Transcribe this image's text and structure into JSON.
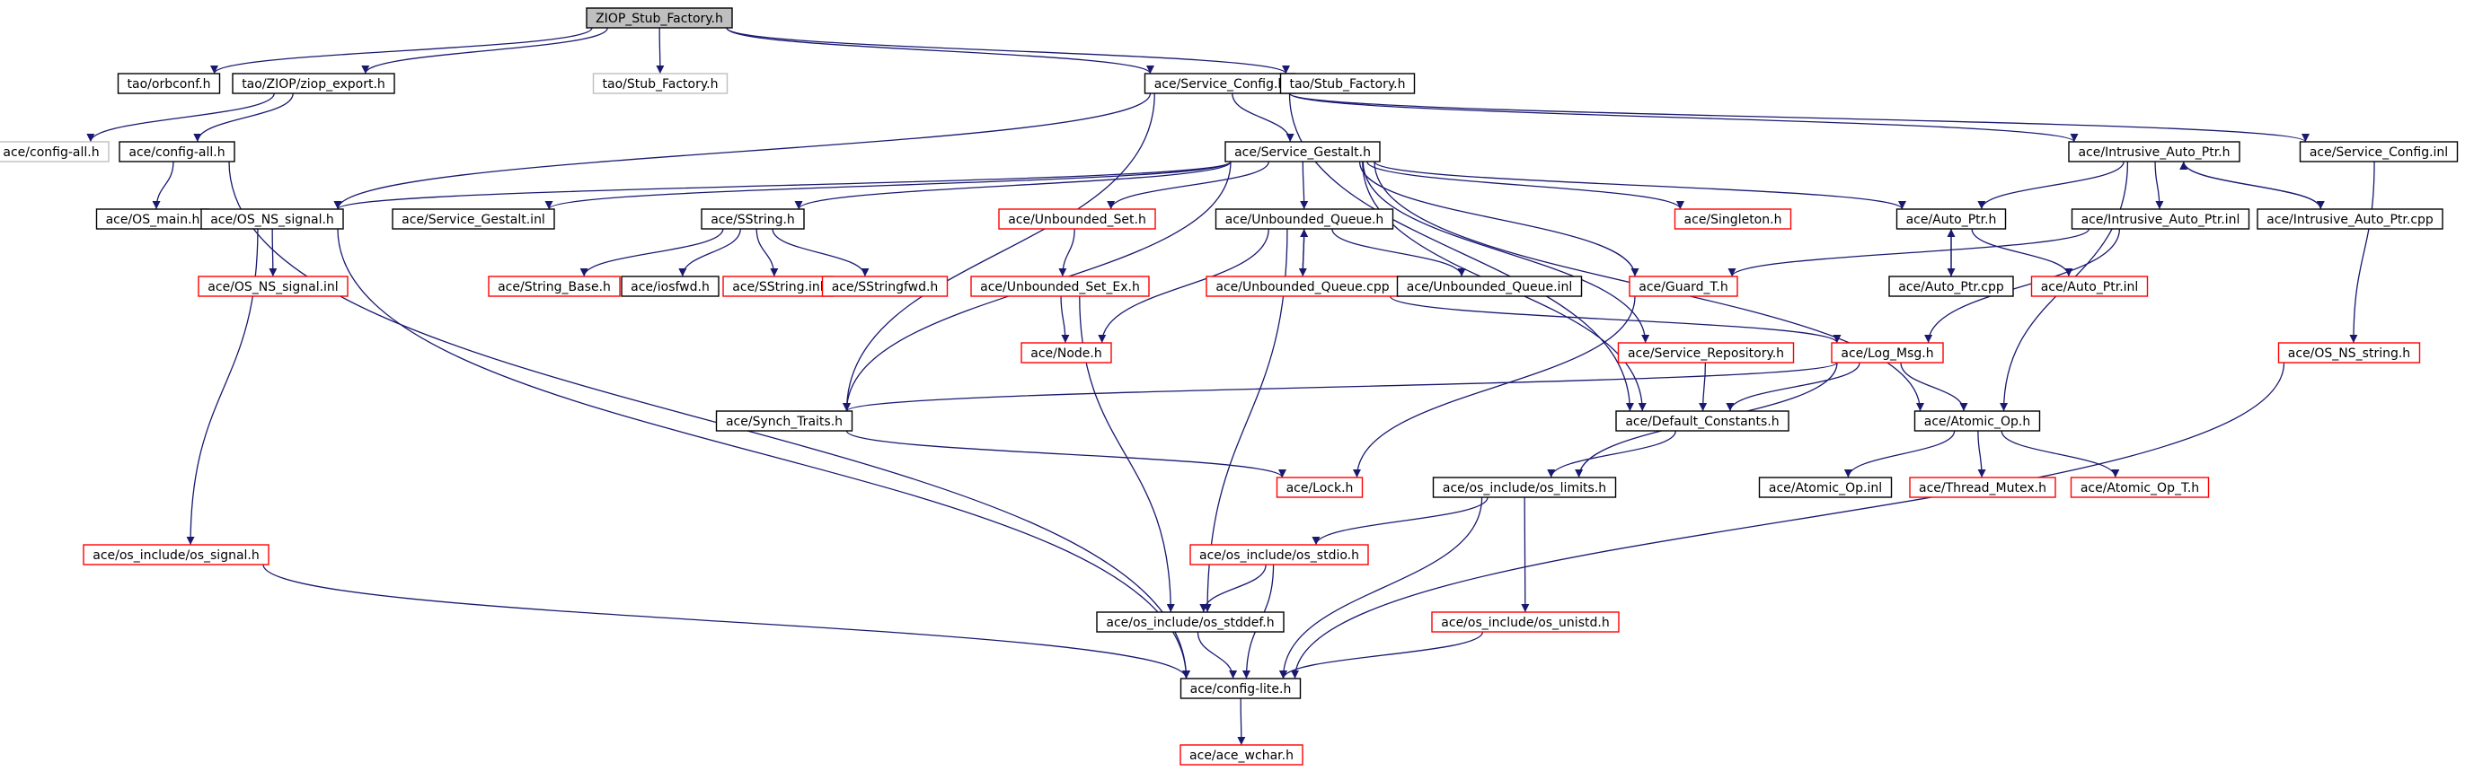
{
  "colors": {
    "edge": "#191970",
    "normal_border": "#000000",
    "linked_border": "#ff0000",
    "undocumented_border": "#bfbfbf",
    "root_fill": "#bfbfbf",
    "text": "#000000"
  },
  "nodes": [
    {
      "id": "ziop_stub",
      "label": "ZIOP_Stub_Factory.h",
      "style": "root"
    },
    {
      "id": "orbconf",
      "label": "tao/orbconf.h",
      "style": "normal"
    },
    {
      "id": "ziop_export",
      "label": "tao/ZIOP/ziop_export.h",
      "style": "normal"
    },
    {
      "id": "stub_factory_gray",
      "label": "tao/Stub_Factory.h",
      "style": "undocumented"
    },
    {
      "id": "service_config",
      "label": "ace/Service_Config.h",
      "style": "normal"
    },
    {
      "id": "stub_factory",
      "label": "tao/Stub_Factory.h",
      "style": "normal"
    },
    {
      "id": "config_all_gray",
      "label": "ace/config-all.h",
      "style": "undocumented"
    },
    {
      "id": "config_all",
      "label": "ace/config-all.h",
      "style": "normal"
    },
    {
      "id": "service_gestalt",
      "label": "ace/Service_Gestalt.h",
      "style": "normal"
    },
    {
      "id": "intrusive_auto_ptr_h",
      "label": "ace/Intrusive_Auto_Ptr.h",
      "style": "normal"
    },
    {
      "id": "service_config_inl",
      "label": "ace/Service_Config.inl",
      "style": "normal"
    },
    {
      "id": "os_main",
      "label": "ace/OS_main.h",
      "style": "normal"
    },
    {
      "id": "os_ns_signal",
      "label": "ace/OS_NS_signal.h",
      "style": "normal"
    },
    {
      "id": "service_gestalt_inl",
      "label": "ace/Service_Gestalt.inl",
      "style": "normal"
    },
    {
      "id": "sstring_h",
      "label": "ace/SString.h",
      "style": "normal"
    },
    {
      "id": "unbounded_set_h",
      "label": "ace/Unbounded_Set.h",
      "style": "linked"
    },
    {
      "id": "unbounded_queue_h",
      "label": "ace/Unbounded_Queue.h",
      "style": "normal"
    },
    {
      "id": "singleton_h",
      "label": "ace/Singleton.h",
      "style": "linked"
    },
    {
      "id": "auto_ptr_h",
      "label": "ace/Auto_Ptr.h",
      "style": "normal"
    },
    {
      "id": "intrusive_auto_ptr_inl",
      "label": "ace/Intrusive_Auto_Ptr.inl",
      "style": "normal"
    },
    {
      "id": "intrusive_auto_ptr_cpp",
      "label": "ace/Intrusive_Auto_Ptr.cpp",
      "style": "normal"
    },
    {
      "id": "os_ns_signal_inl",
      "label": "ace/OS_NS_signal.inl",
      "style": "linked"
    },
    {
      "id": "string_base",
      "label": "ace/String_Base.h",
      "style": "linked"
    },
    {
      "id": "iosfwd",
      "label": "ace/iosfwd.h",
      "style": "normal"
    },
    {
      "id": "sstring_inl",
      "label": "ace/SString.inl",
      "style": "linked"
    },
    {
      "id": "sstringfwd",
      "label": "ace/SStringfwd.h",
      "style": "linked"
    },
    {
      "id": "unbounded_set_ex",
      "label": "ace/Unbounded_Set_Ex.h",
      "style": "linked"
    },
    {
      "id": "unbounded_queue_cpp",
      "label": "ace/Unbounded_Queue.cpp",
      "style": "linked"
    },
    {
      "id": "unbounded_queue_inl",
      "label": "ace/Unbounded_Queue.inl",
      "style": "normal"
    },
    {
      "id": "guard_t",
      "label": "ace/Guard_T.h",
      "style": "linked"
    },
    {
      "id": "auto_ptr_cpp",
      "label": "ace/Auto_Ptr.cpp",
      "style": "normal"
    },
    {
      "id": "auto_ptr_inl",
      "label": "ace/Auto_Ptr.inl",
      "style": "linked"
    },
    {
      "id": "node_h",
      "label": "ace/Node.h",
      "style": "linked"
    },
    {
      "id": "service_repository",
      "label": "ace/Service_Repository.h",
      "style": "linked"
    },
    {
      "id": "log_msg",
      "label": "ace/Log_Msg.h",
      "style": "linked"
    },
    {
      "id": "os_ns_string",
      "label": "ace/OS_NS_string.h",
      "style": "linked"
    },
    {
      "id": "synch_traits",
      "label": "ace/Synch_Traits.h",
      "style": "normal"
    },
    {
      "id": "default_constants",
      "label": "ace/Default_Constants.h",
      "style": "normal"
    },
    {
      "id": "atomic_op_h",
      "label": "ace/Atomic_Op.h",
      "style": "normal"
    },
    {
      "id": "lock_h",
      "label": "ace/Lock.h",
      "style": "linked"
    },
    {
      "id": "os_limits",
      "label": "ace/os_include/os_limits.h",
      "style": "normal"
    },
    {
      "id": "atomic_op_inl",
      "label": "ace/Atomic_Op.inl",
      "style": "normal"
    },
    {
      "id": "thread_mutex",
      "label": "ace/Thread_Mutex.h",
      "style": "linked"
    },
    {
      "id": "atomic_op_t",
      "label": "ace/Atomic_Op_T.h",
      "style": "linked"
    },
    {
      "id": "os_signal",
      "label": "ace/os_include/os_signal.h",
      "style": "linked"
    },
    {
      "id": "os_stdio",
      "label": "ace/os_include/os_stdio.h",
      "style": "linked"
    },
    {
      "id": "os_stddef",
      "label": "ace/os_include/os_stddef.h",
      "style": "normal"
    },
    {
      "id": "os_unistd",
      "label": "ace/os_include/os_unistd.h",
      "style": "linked"
    },
    {
      "id": "config_lite",
      "label": "ace/config-lite.h",
      "style": "normal"
    },
    {
      "id": "ace_wchar",
      "label": "ace/ace_wchar.h",
      "style": "linked"
    }
  ],
  "edges": [
    [
      "ziop_stub",
      "orbconf"
    ],
    [
      "ziop_stub",
      "ziop_export"
    ],
    [
      "ziop_stub",
      "stub_factory_gray"
    ],
    [
      "ziop_stub",
      "service_config"
    ],
    [
      "ziop_stub",
      "stub_factory"
    ],
    [
      "ziop_export",
      "config_all_gray"
    ],
    [
      "ziop_export",
      "config_all"
    ],
    [
      "config_all",
      "os_main"
    ],
    [
      "config_all",
      "config_lite"
    ],
    [
      "service_config",
      "service_gestalt"
    ],
    [
      "service_config",
      "os_ns_signal"
    ],
    [
      "service_config",
      "synch_traits"
    ],
    [
      "service_config",
      "intrusive_auto_ptr_h"
    ],
    [
      "service_config",
      "service_config_inl"
    ],
    [
      "service_config",
      "default_constants"
    ],
    [
      "service_gestalt",
      "os_ns_signal"
    ],
    [
      "service_gestalt",
      "service_gestalt_inl"
    ],
    [
      "service_gestalt",
      "sstring_h"
    ],
    [
      "service_gestalt",
      "unbounded_set_h"
    ],
    [
      "service_gestalt",
      "unbounded_queue_h"
    ],
    [
      "service_gestalt",
      "singleton_h"
    ],
    [
      "service_gestalt",
      "auto_ptr_h"
    ],
    [
      "service_gestalt",
      "guard_t"
    ],
    [
      "service_gestalt",
      "service_repository"
    ],
    [
      "service_gestalt",
      "default_constants"
    ],
    [
      "service_gestalt",
      "synch_traits"
    ],
    [
      "service_gestalt",
      "atomic_op_h"
    ],
    [
      "intrusive_auto_ptr_h",
      "auto_ptr_h"
    ],
    [
      "intrusive_auto_ptr_h",
      "intrusive_auto_ptr_inl"
    ],
    [
      "intrusive_auto_ptr_h",
      "intrusive_auto_ptr_cpp"
    ],
    [
      "intrusive_auto_ptr_h",
      "atomic_op_h"
    ],
    [
      "intrusive_auto_ptr_cpp",
      "intrusive_auto_ptr_h"
    ],
    [
      "intrusive_auto_ptr_inl",
      "guard_t"
    ],
    [
      "intrusive_auto_ptr_inl",
      "log_msg"
    ],
    [
      "service_config_inl",
      "os_ns_string"
    ],
    [
      "os_ns_signal",
      "os_ns_signal_inl"
    ],
    [
      "os_ns_signal",
      "os_signal"
    ],
    [
      "os_ns_signal",
      "config_lite"
    ],
    [
      "sstring_h",
      "string_base"
    ],
    [
      "sstring_h",
      "iosfwd"
    ],
    [
      "sstring_h",
      "sstring_inl"
    ],
    [
      "sstring_h",
      "sstringfwd"
    ],
    [
      "unbounded_set_h",
      "unbounded_set_ex"
    ],
    [
      "unbounded_set_ex",
      "node_h"
    ],
    [
      "unbounded_set_ex",
      "os_stddef"
    ],
    [
      "unbounded_queue_h",
      "unbounded_queue_cpp"
    ],
    [
      "unbounded_queue_h",
      "unbounded_queue_inl"
    ],
    [
      "unbounded_queue_h",
      "node_h"
    ],
    [
      "unbounded_queue_h",
      "os_stddef"
    ],
    [
      "unbounded_queue_cpp",
      "unbounded_queue_h"
    ],
    [
      "unbounded_queue_cpp",
      "log_msg"
    ],
    [
      "auto_ptr_h",
      "auto_ptr_cpp"
    ],
    [
      "auto_ptr_h",
      "auto_ptr_inl"
    ],
    [
      "auto_ptr_cpp",
      "auto_ptr_h"
    ],
    [
      "guard_t",
      "lock_h"
    ],
    [
      "service_repository",
      "default_constants"
    ],
    [
      "log_msg",
      "default_constants"
    ],
    [
      "log_msg",
      "atomic_op_h"
    ],
    [
      "log_msg",
      "synch_traits"
    ],
    [
      "log_msg",
      "os_limits"
    ],
    [
      "os_ns_string",
      "config_lite"
    ],
    [
      "synch_traits",
      "lock_h"
    ],
    [
      "default_constants",
      "os_limits"
    ],
    [
      "atomic_op_h",
      "atomic_op_inl"
    ],
    [
      "atomic_op_h",
      "thread_mutex"
    ],
    [
      "atomic_op_h",
      "atomic_op_t"
    ],
    [
      "os_limits",
      "os_stdio"
    ],
    [
      "os_limits",
      "os_unistd"
    ],
    [
      "os_limits",
      "config_lite"
    ],
    [
      "os_stdio",
      "os_stddef"
    ],
    [
      "os_stdio",
      "config_lite"
    ],
    [
      "os_stddef",
      "config_lite"
    ],
    [
      "os_unistd",
      "config_lite"
    ],
    [
      "os_signal",
      "config_lite"
    ],
    [
      "config_lite",
      "ace_wchar"
    ]
  ]
}
